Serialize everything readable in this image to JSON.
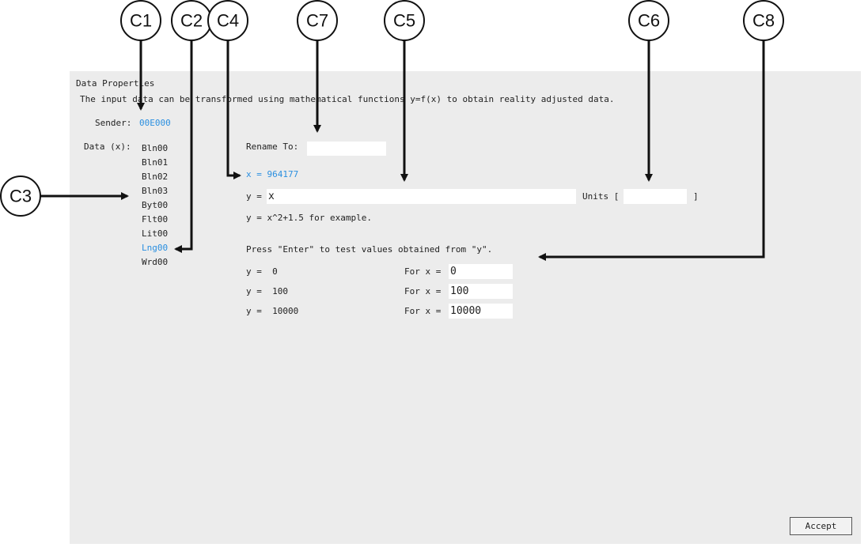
{
  "panel": {
    "title": "Data Properties",
    "description": "The input data can be transformed using mathematical functions y=f(x) to obtain reality adjusted data.",
    "sender_label": "Sender:",
    "sender_value": "00E000",
    "data_label": "Data (x):",
    "data_items": [
      "Bln00",
      "Bln01",
      "Bln02",
      "Bln03",
      "Byt00",
      "Flt00",
      "Lit00",
      "Lng00",
      "Wrd00"
    ],
    "selected_item": "Lng00",
    "rename_label": "Rename To:",
    "rename_value": "",
    "x_value_text": "x = 964177",
    "y_label": "y =",
    "formula_value": "x",
    "units_label": "Units [",
    "units_value": "",
    "units_close": "]",
    "example_text": "y = x^2+1.5 for example.",
    "press_text": "Press \"Enter\" to test values obtained from \"y\".",
    "tests": [
      {
        "y_text": "y =  0",
        "for_label": "For x =",
        "x_value": "0"
      },
      {
        "y_text": "y =  100",
        "for_label": "For x =",
        "x_value": "100"
      },
      {
        "y_text": "y =  10000",
        "for_label": "For x =",
        "x_value": "10000"
      }
    ],
    "accept_label": "Accept"
  },
  "callouts": [
    "C1",
    "C2",
    "C4",
    "C7",
    "C5",
    "C6",
    "C8",
    "C3"
  ],
  "colors": {
    "selected": "#2a8fe0",
    "panel_bg": "#ececec"
  }
}
